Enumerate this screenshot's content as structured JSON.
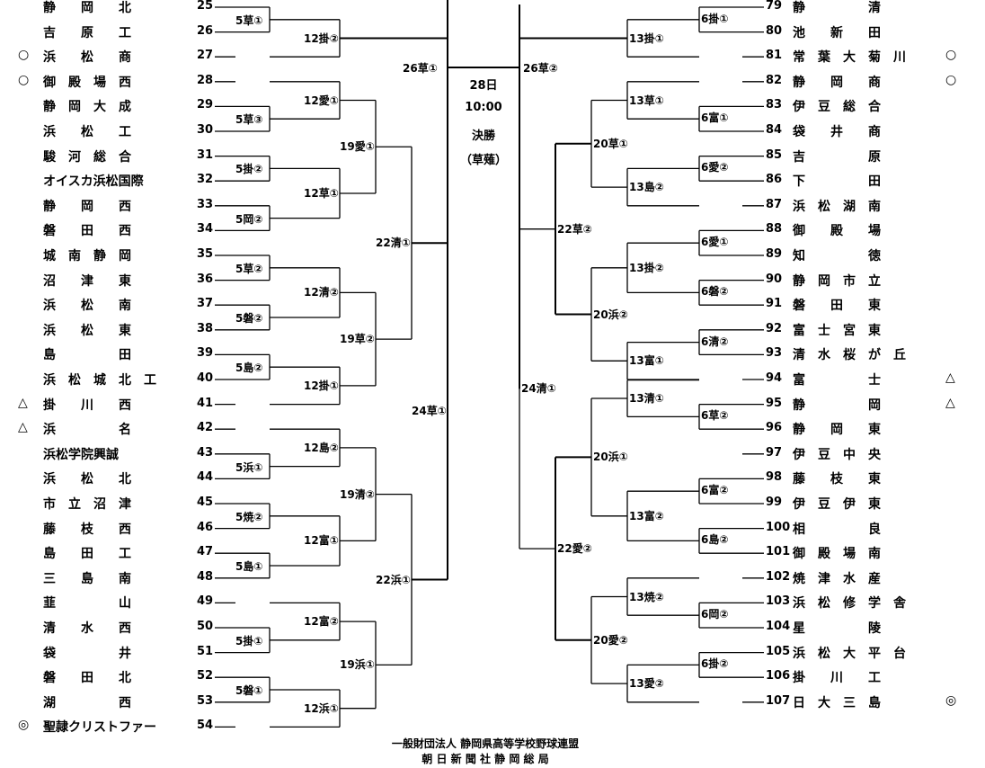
{
  "left_teams": [
    {
      "num": "25",
      "name": "静　　岡　　北",
      "mark": ""
    },
    {
      "num": "26",
      "name": "吉　　原　　工",
      "mark": ""
    },
    {
      "num": "27",
      "name": "浜　　松　　商",
      "mark": "○"
    },
    {
      "num": "28",
      "name": "御　殿　場　西",
      "mark": "○"
    },
    {
      "num": "29",
      "name": "静　岡　大　成",
      "mark": ""
    },
    {
      "num": "30",
      "name": "浜　　松　　工",
      "mark": ""
    },
    {
      "num": "31",
      "name": "駿　河　総　合",
      "mark": ""
    },
    {
      "num": "32",
      "name": "オイスカ浜松国際",
      "mark": ""
    },
    {
      "num": "33",
      "name": "静　　岡　　西",
      "mark": ""
    },
    {
      "num": "34",
      "name": "磐　　田　　西",
      "mark": ""
    },
    {
      "num": "35",
      "name": "城　南　静　岡",
      "mark": ""
    },
    {
      "num": "36",
      "name": "沼　　津　　東",
      "mark": ""
    },
    {
      "num": "37",
      "name": "浜　　松　　南",
      "mark": ""
    },
    {
      "num": "38",
      "name": "浜　　松　　東",
      "mark": ""
    },
    {
      "num": "39",
      "name": "島　　　　　田",
      "mark": ""
    },
    {
      "num": "40",
      "name": "浜　松　城　北　工",
      "mark": ""
    },
    {
      "num": "41",
      "name": "掛　　川　　西",
      "mark": "△"
    },
    {
      "num": "42",
      "name": "浜　　　　　名",
      "mark": "△"
    },
    {
      "num": "43",
      "name": "浜松学院興誠",
      "mark": ""
    },
    {
      "num": "44",
      "name": "浜　　松　　北",
      "mark": ""
    },
    {
      "num": "45",
      "name": "市　立　沼　津",
      "mark": ""
    },
    {
      "num": "46",
      "name": "藤　　枝　　西",
      "mark": ""
    },
    {
      "num": "47",
      "name": "島　　田　　工",
      "mark": ""
    },
    {
      "num": "48",
      "name": "三　　島　　南",
      "mark": ""
    },
    {
      "num": "49",
      "name": "韮　　　　　山",
      "mark": ""
    },
    {
      "num": "50",
      "name": "清　　水　　西",
      "mark": ""
    },
    {
      "num": "51",
      "name": "袋　　　　　井",
      "mark": ""
    },
    {
      "num": "52",
      "name": "磐　　田　　北",
      "mark": ""
    },
    {
      "num": "53",
      "name": "湖　　　　　西",
      "mark": ""
    },
    {
      "num": "54",
      "name": "聖隷クリストファー",
      "mark": "◎"
    }
  ],
  "right_teams": [
    {
      "num": "79",
      "name": "静　　　　　清",
      "mark": ""
    },
    {
      "num": "80",
      "name": "池　　新　　田",
      "mark": ""
    },
    {
      "num": "81",
      "name": "常　葉　大　菊　川",
      "mark": "○"
    },
    {
      "num": "82",
      "name": "静　　岡　　商",
      "mark": "○"
    },
    {
      "num": "83",
      "name": "伊　豆　総　合",
      "mark": ""
    },
    {
      "num": "84",
      "name": "袋　　井　　商",
      "mark": ""
    },
    {
      "num": "85",
      "name": "吉　　　　　原",
      "mark": ""
    },
    {
      "num": "86",
      "name": "下　　　　　田",
      "mark": ""
    },
    {
      "num": "87",
      "name": "浜　松　湖　南",
      "mark": ""
    },
    {
      "num": "88",
      "name": "御　　殿　　場",
      "mark": ""
    },
    {
      "num": "89",
      "name": "知　　　　　徳",
      "mark": ""
    },
    {
      "num": "90",
      "name": "静　岡　市　立",
      "mark": ""
    },
    {
      "num": "91",
      "name": "磐　　田　　東",
      "mark": ""
    },
    {
      "num": "92",
      "name": "富　士　宮　東",
      "mark": ""
    },
    {
      "num": "93",
      "name": "清　水　桜　が　丘",
      "mark": ""
    },
    {
      "num": "94",
      "name": "富　　　　　士",
      "mark": "△"
    },
    {
      "num": "95",
      "name": "静　　　　　岡",
      "mark": "△"
    },
    {
      "num": "96",
      "name": "静　　岡　　東",
      "mark": ""
    },
    {
      "num": "97",
      "name": "伊　豆　中　央",
      "mark": ""
    },
    {
      "num": "98",
      "name": "藤　　枝　　東",
      "mark": ""
    },
    {
      "num": "99",
      "name": "伊　豆　伊　東",
      "mark": ""
    },
    {
      "num": "100",
      "name": "相　　　　　良",
      "mark": ""
    },
    {
      "num": "101",
      "name": "御　殿　場　南",
      "mark": ""
    },
    {
      "num": "102",
      "name": "焼　津　水　産",
      "mark": ""
    },
    {
      "num": "103",
      "name": "浜　松　修　学　舎",
      "mark": ""
    },
    {
      "num": "104",
      "name": "星　　　　　陵",
      "mark": ""
    },
    {
      "num": "105",
      "name": "浜　松　大　平　台",
      "mark": ""
    },
    {
      "num": "106",
      "name": "掛　　川　　工",
      "mark": ""
    },
    {
      "num": "107",
      "name": "日　大　三　島",
      "mark": "◎"
    }
  ],
  "left_round_labels": {
    "r1": [
      "5草①",
      "5草③",
      "5掛②",
      "5岡②",
      "5草②",
      "5磐②",
      "5島②",
      "5浜①",
      "5焼②",
      "5島①",
      "5掛①",
      "5磐①"
    ],
    "r2": [
      "12掛②",
      "12愛①",
      "12草①",
      "12清②",
      "12掛①",
      "12島②",
      "12富①",
      "12富②",
      "12浜①"
    ],
    "r3": [
      "19愛①",
      "19草②",
      "19清②",
      "19浜①"
    ],
    "r4": [
      "22清①",
      "22浜①"
    ],
    "r5": [
      "24草①"
    ],
    "semi": "26草①"
  },
  "right_round_labels": {
    "r1": [
      "6掛①",
      "6富①",
      "6愛②",
      "6愛①",
      "6磐②",
      "6清②",
      "6草②",
      "6富②",
      "6島②",
      "6岡②",
      "6掛②"
    ],
    "r2": [
      "13掛①",
      "13草①",
      "13島②",
      "13掛②",
      "13富①",
      "13清①",
      "13富②",
      "13焼②",
      "13愛②"
    ],
    "r3": [
      "20草①",
      "20浜②",
      "20浜①",
      "20愛②"
    ],
    "r4": [
      "22草②",
      "22愛②"
    ],
    "r5": [
      "24清①"
    ],
    "semi": "26草②"
  },
  "final": {
    "date": "28日",
    "time": "10:00",
    "title": "決勝",
    "venue": "（草薙）"
  },
  "footer": {
    "line1": "一般財団法人 静岡県高等学校野球連盟",
    "line2": "朝 日 新 聞 社 静 岡 総 局"
  }
}
